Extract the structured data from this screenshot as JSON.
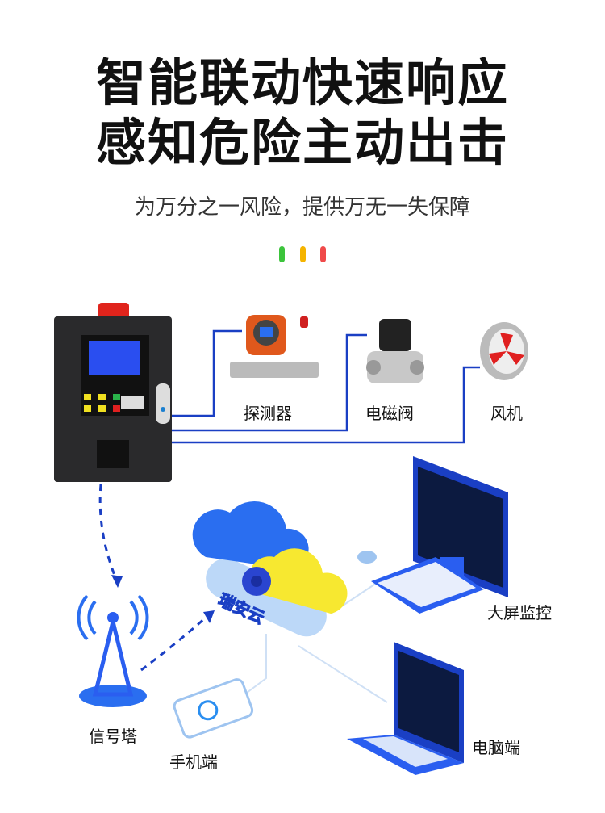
{
  "headline": {
    "line1": "智能联动快速响应",
    "line2": "感知危险主动出击"
  },
  "subtitle": "为万分之一风险，提供万无一失保障",
  "indicator_colors": [
    "#3cc43c",
    "#f5b400",
    "#f04a4a"
  ],
  "accent_color": "#1a3fc4",
  "devices": {
    "detector": "探测器",
    "valve": "电磁阀",
    "fan": "风机"
  },
  "cloud": {
    "label": "瑞安云"
  },
  "endpoints": {
    "big_screen": "大屏监控",
    "tower": "信号塔",
    "phone": "手机端",
    "computer": "电脑端"
  }
}
